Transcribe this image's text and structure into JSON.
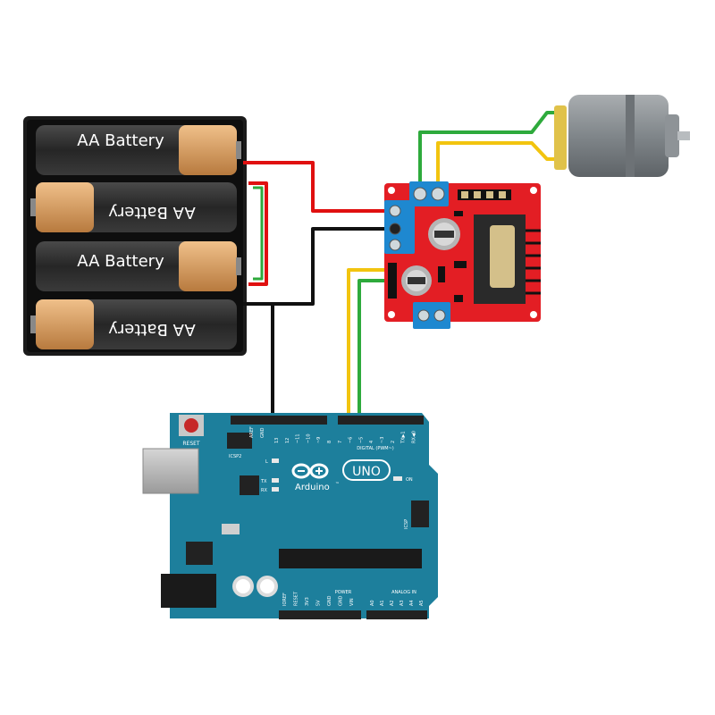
{
  "battery_pack": {
    "cells": [
      {
        "label": "AA Battery",
        "flipped": false
      },
      {
        "label": "AA Battery",
        "flipped": true
      },
      {
        "label": "AA Battery",
        "flipped": false
      },
      {
        "label": "AA Battery",
        "flipped": true
      }
    ]
  },
  "arduino": {
    "reset_label": "RESET",
    "icsp2_label": "ICSP2",
    "icsp_label": "ICSP",
    "brand_label": "Arduino",
    "model_label": "UNO",
    "trademark": "™",
    "led_l": "L",
    "led_tx": "TX",
    "led_rx": "RX",
    "on_label": "ON",
    "digital_label": "DIGITAL (PWM~)",
    "power_label": "POWER",
    "analog_label": "ANALOG IN",
    "aref_label": "AREF",
    "gnd_label": "GND",
    "digital_pins": [
      "13",
      "12",
      "~11",
      "~10",
      "~9",
      "8",
      "7",
      "~6",
      "~5",
      "4",
      "~3",
      "2",
      "TX▶1",
      "RX◀0"
    ],
    "power_pins": [
      "IOREF",
      "RESET",
      "3V3",
      "5V",
      "GND",
      "GND",
      "VIN"
    ],
    "analog_pins": [
      "A0",
      "A1",
      "A2",
      "A3",
      "A4",
      "A5"
    ]
  },
  "colors": {
    "arduino_board": "#1d7f9c",
    "driver_board": "#e31e24",
    "terminal_block": "#1e88d0",
    "wire_red": "#e01010",
    "wire_black": "#111111",
    "wire_green": "#2eaa3c",
    "wire_yellow": "#f2c40f",
    "battery_body": "#2a2a2a",
    "battery_cap": "#d89a5a",
    "motor_body": "#8a8f93"
  },
  "icons": [
    "battery-holder",
    "l298n-driver",
    "dc-motor",
    "arduino-uno"
  ]
}
